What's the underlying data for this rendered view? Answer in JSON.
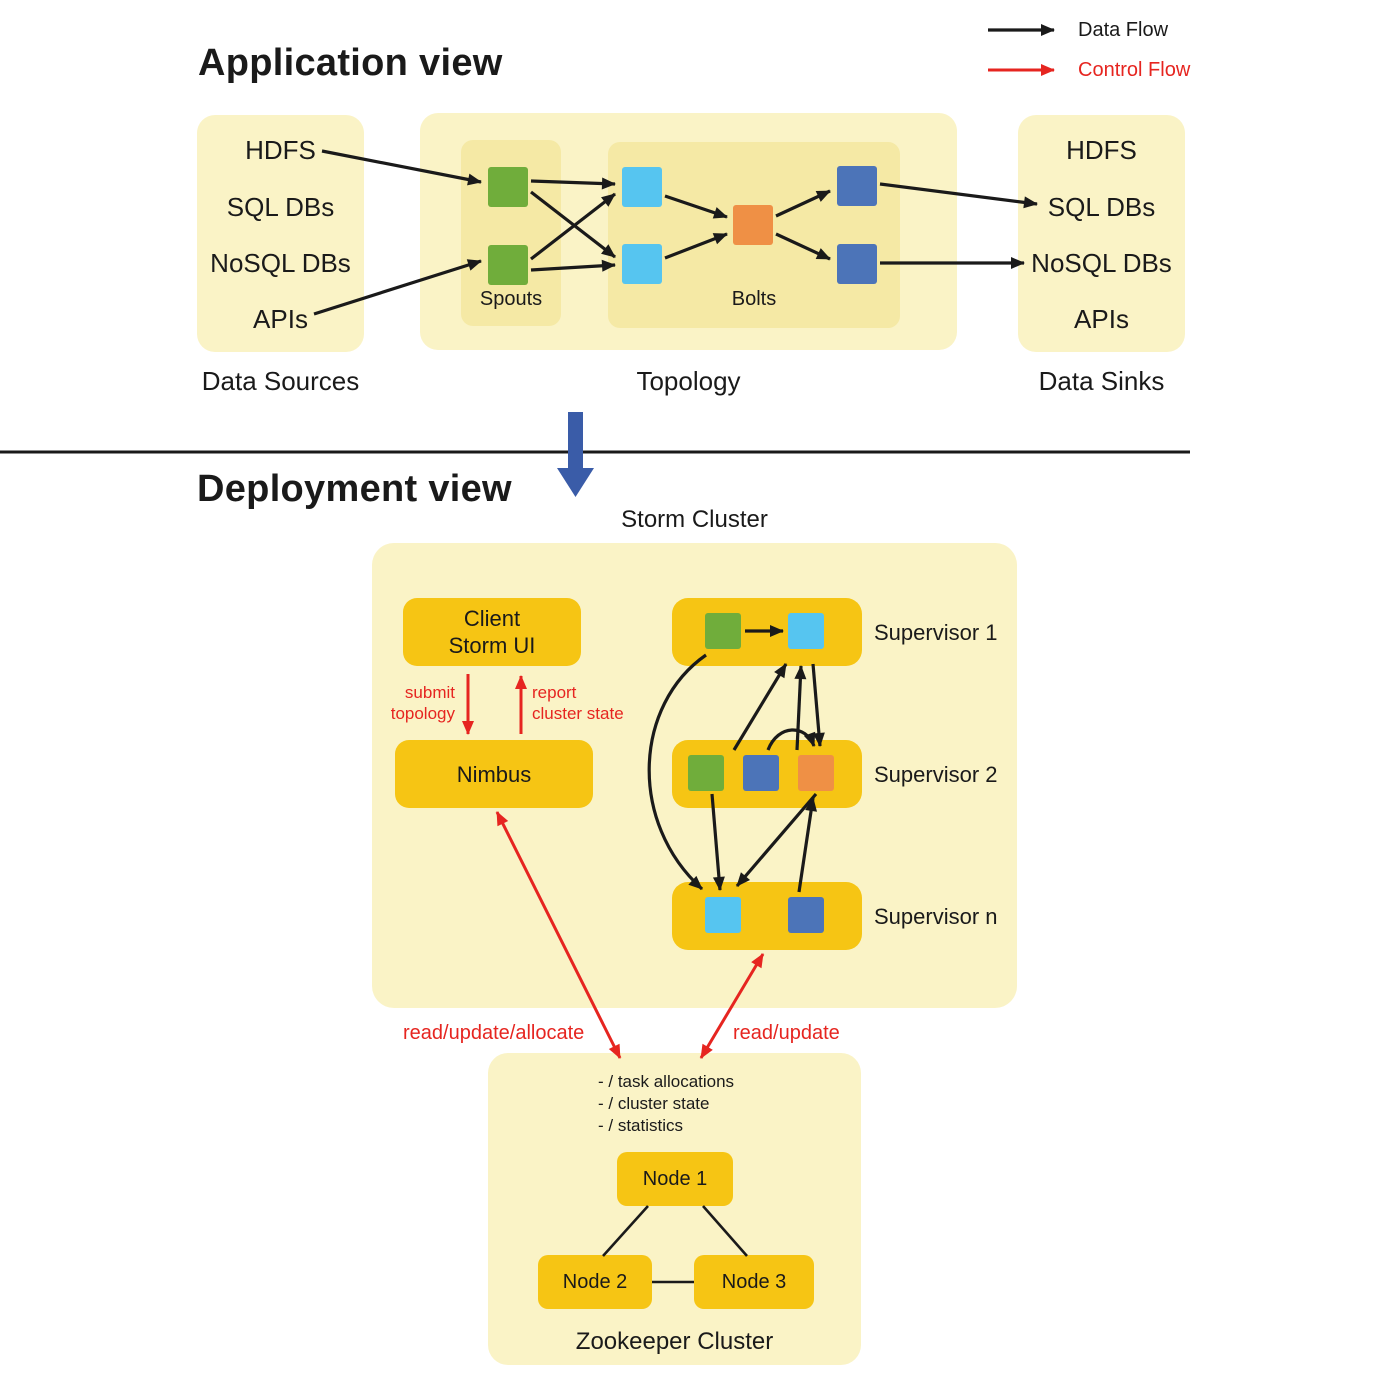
{
  "legend": {
    "data_flow": "Data Flow",
    "control_flow": "Control Flow"
  },
  "application_view": {
    "title": "Application view",
    "data_sources": {
      "label": "Data Sources",
      "items": [
        "HDFS",
        "SQL DBs",
        "NoSQL DBs",
        "APIs"
      ]
    },
    "topology": {
      "label": "Topology",
      "spouts_label": "Spouts",
      "bolts_label": "Bolts"
    },
    "data_sinks": {
      "label": "Data Sinks",
      "items": [
        "HDFS",
        "SQL DBs",
        "NoSQL DBs",
        "APIs"
      ]
    }
  },
  "deployment_view": {
    "title": "Deployment view",
    "storm_cluster_label": "Storm Cluster",
    "client": {
      "line1": "Client",
      "line2": "Storm UI"
    },
    "nimbus_label": "Nimbus",
    "submit_label": {
      "line1": "submit",
      "line2": "topology"
    },
    "report_label": {
      "line1": "report",
      "line2": "cluster state"
    },
    "supervisors": [
      "Supervisor 1",
      "Supervisor 2",
      "Supervisor n"
    ],
    "control_labels": {
      "nimbus_zk": "read/update/allocate",
      "supervisor_zk": "read/update"
    },
    "zookeeper": {
      "notes": [
        "- / task allocations",
        "- / cluster state",
        "- / statistics"
      ],
      "nodes": [
        "Node 1",
        "Node 2",
        "Node 3"
      ],
      "label": "Zookeeper Cluster"
    }
  },
  "colors": {
    "panel_yellow": "#faf3c6",
    "inner_yellow": "#f5e9a5",
    "gold": "#f6c514",
    "spout_green": "#70ad3b",
    "bolt_lightblue": "#56c5f0",
    "bolt_orange": "#ef9045",
    "bolt_darkblue": "#4c74b8",
    "control_red": "#e62520",
    "data_black": "#1a1a1a",
    "section_arrow_blue": "#3a5ca8"
  }
}
